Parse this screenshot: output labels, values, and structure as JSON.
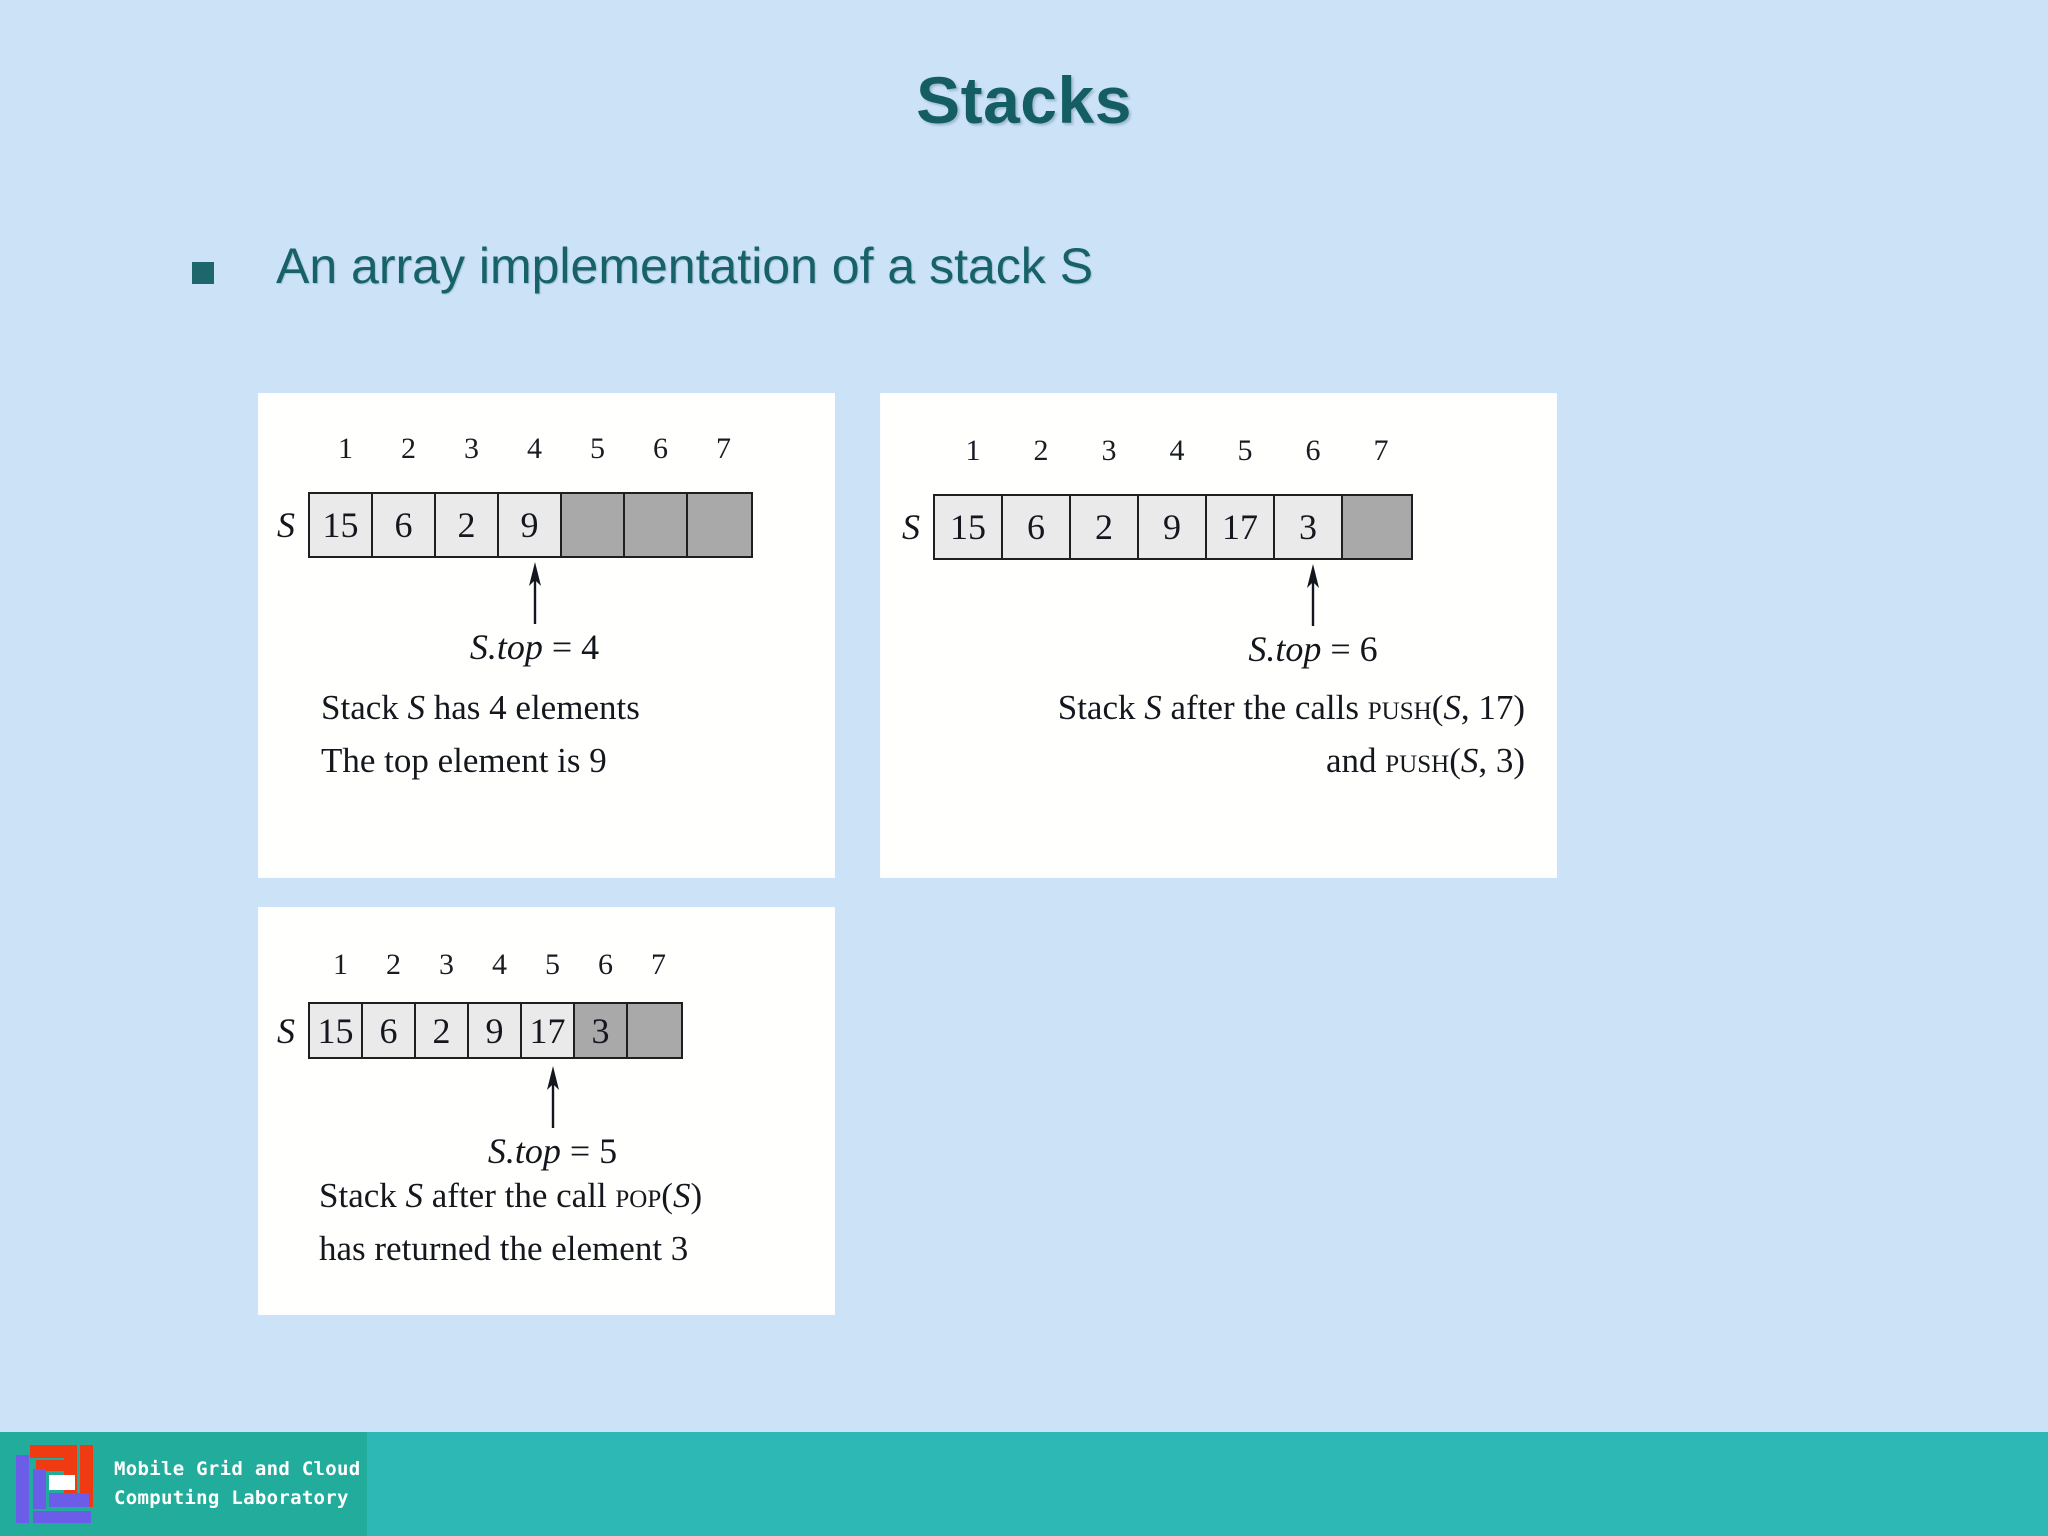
{
  "slide": {
    "title": "Stacks",
    "bullet": "An array implementation of a stack S",
    "background_color": "#cbe2f7",
    "title_color": "#145e63",
    "bullet_color": "#176268"
  },
  "figures": [
    {
      "id": "panel-1",
      "array_label": "S",
      "indices": [
        "1",
        "2",
        "3",
        "4",
        "5",
        "6",
        "7"
      ],
      "cells": [
        {
          "value": "15",
          "state": "filled"
        },
        {
          "value": "6",
          "state": "filled"
        },
        {
          "value": "2",
          "state": "filled"
        },
        {
          "value": "9",
          "state": "filled"
        },
        {
          "value": "",
          "state": "empty"
        },
        {
          "value": "",
          "state": "empty"
        },
        {
          "value": "",
          "state": "empty"
        }
      ],
      "top_pointer_index": 4,
      "top_label_prefix": "S.top",
      "top_label_eq": "=",
      "top_label_value": "4",
      "caption_lines": [
        [
          {
            "t": "Stack ",
            "s": "normal"
          },
          {
            "t": "S",
            "s": "italic"
          },
          {
            "t": " has 4 elements",
            "s": "normal"
          }
        ],
        [
          {
            "t": "The top element is 9",
            "s": "normal"
          }
        ]
      ]
    },
    {
      "id": "panel-2",
      "array_label": "S",
      "indices": [
        "1",
        "2",
        "3",
        "4",
        "5",
        "6",
        "7"
      ],
      "cells": [
        {
          "value": "15",
          "state": "filled"
        },
        {
          "value": "6",
          "state": "filled"
        },
        {
          "value": "2",
          "state": "filled"
        },
        {
          "value": "9",
          "state": "filled"
        },
        {
          "value": "17",
          "state": "filled"
        },
        {
          "value": "3",
          "state": "filled"
        },
        {
          "value": "",
          "state": "empty"
        }
      ],
      "top_pointer_index": 6,
      "top_label_prefix": "S.top",
      "top_label_eq": "=",
      "top_label_value": "6",
      "caption_lines": [
        [
          {
            "t": "Stack ",
            "s": "normal"
          },
          {
            "t": "S",
            "s": "italic"
          },
          {
            "t": " after the calls ",
            "s": "normal"
          },
          {
            "t": "Push",
            "s": "smallcaps"
          },
          {
            "t": "(",
            "s": "normal"
          },
          {
            "t": "S",
            "s": "italic"
          },
          {
            "t": ", 17)",
            "s": "normal"
          }
        ],
        [
          {
            "t": "and ",
            "s": "normal"
          },
          {
            "t": "Push",
            "s": "smallcaps"
          },
          {
            "t": "(",
            "s": "normal"
          },
          {
            "t": "S",
            "s": "italic"
          },
          {
            "t": ", 3)",
            "s": "normal"
          }
        ]
      ],
      "caption_align": "right"
    },
    {
      "id": "panel-3",
      "array_label": "S",
      "indices": [
        "1",
        "2",
        "3",
        "4",
        "5",
        "6",
        "7"
      ],
      "cells": [
        {
          "value": "15",
          "state": "filled"
        },
        {
          "value": "6",
          "state": "filled"
        },
        {
          "value": "2",
          "state": "filled"
        },
        {
          "value": "9",
          "state": "filled"
        },
        {
          "value": "17",
          "state": "filled"
        },
        {
          "value": "3",
          "state": "popped"
        },
        {
          "value": "",
          "state": "empty"
        }
      ],
      "top_pointer_index": 5,
      "top_label_prefix": "S.top",
      "top_label_eq": "=",
      "top_label_value": "5",
      "caption_lines": [
        [
          {
            "t": "Stack ",
            "s": "normal"
          },
          {
            "t": "S",
            "s": "italic"
          },
          {
            "t": " after the call ",
            "s": "normal"
          },
          {
            "t": "Pop",
            "s": "smallcaps"
          },
          {
            "t": "(",
            "s": "normal"
          },
          {
            "t": "S",
            "s": "italic"
          },
          {
            "t": ")",
            "s": "normal"
          }
        ],
        [
          {
            "t": "has returned the element 3",
            "s": "normal"
          }
        ]
      ]
    }
  ],
  "footer": {
    "brand_line1": "Mobile Grid and Cloud",
    "brand_line2": "Computing Laboratory",
    "bar_color": "#2db7b5",
    "brand_block_color": "#21ac9c",
    "logo_red": "#f03b12",
    "logo_purple": "#6b5de8"
  }
}
